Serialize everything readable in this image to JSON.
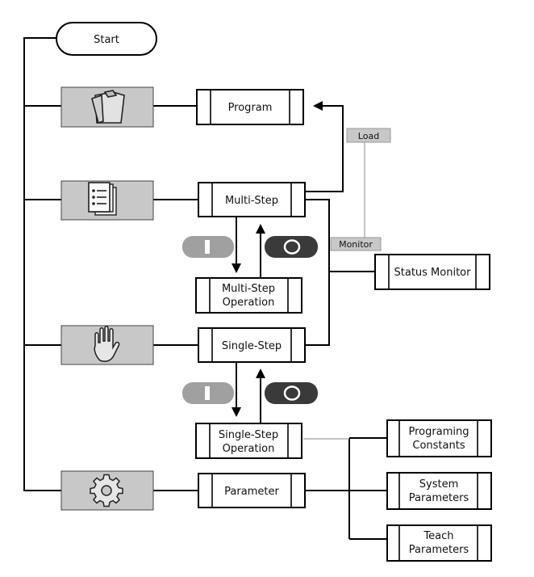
{
  "start_label": "Start",
  "nodes": {
    "program": "Program",
    "multi_step": "Multi-Step",
    "multi_step_operation": [
      "Multi-Step",
      "Operation"
    ],
    "single_step": "Single-Step",
    "single_step_operation": [
      "Single-Step",
      "Operation"
    ],
    "parameter": "Parameter",
    "status_monitor": "Status Monitor",
    "programing_constants": [
      "Programing",
      "Constants"
    ],
    "system_parameters": [
      "System",
      "Parameters"
    ],
    "teach_parameters": [
      "Teach",
      "Parameters"
    ]
  },
  "labels": {
    "load": "Load",
    "monitor": "Monitor"
  },
  "icons": {
    "program": "clipboard-icon",
    "multi_step": "document-list-icon",
    "single_step": "hand-icon",
    "parameter": "gear-icon",
    "start_switch": "start-switch-icon",
    "stop_switch": "stop-switch-icon"
  },
  "colors": {
    "icon_panel": "#c8c8c8",
    "label_tag": "#c8c8c8",
    "start_switch": "#a0a0a0",
    "stop_switch": "#3a3a3a",
    "line": "#000000",
    "thin_line": "#a0a0a0"
  }
}
